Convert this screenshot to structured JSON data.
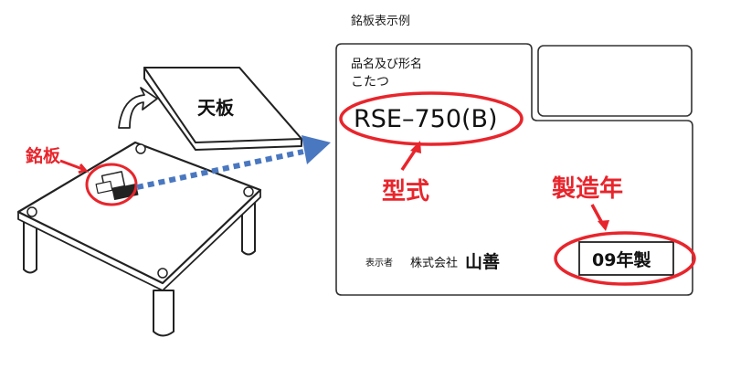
{
  "caption": "銘板表示例",
  "illustration": {
    "top_plate_label": "天板",
    "nameplate_label": "銘板"
  },
  "nameplate": {
    "product_name_label": "品名及び形名",
    "product_name_value": "こたつ",
    "model_number": "RSE–750(B)",
    "labeler_label": "表示者",
    "company_name": "株式会社",
    "brand": "山善",
    "year_made": "09年製"
  },
  "callouts": {
    "model_type": "型式",
    "year_of_manufacture": "製造年"
  },
  "colors": {
    "accent_red": "#e8252c",
    "arrow_blue": "#4a78c0",
    "line": "#222222"
  }
}
